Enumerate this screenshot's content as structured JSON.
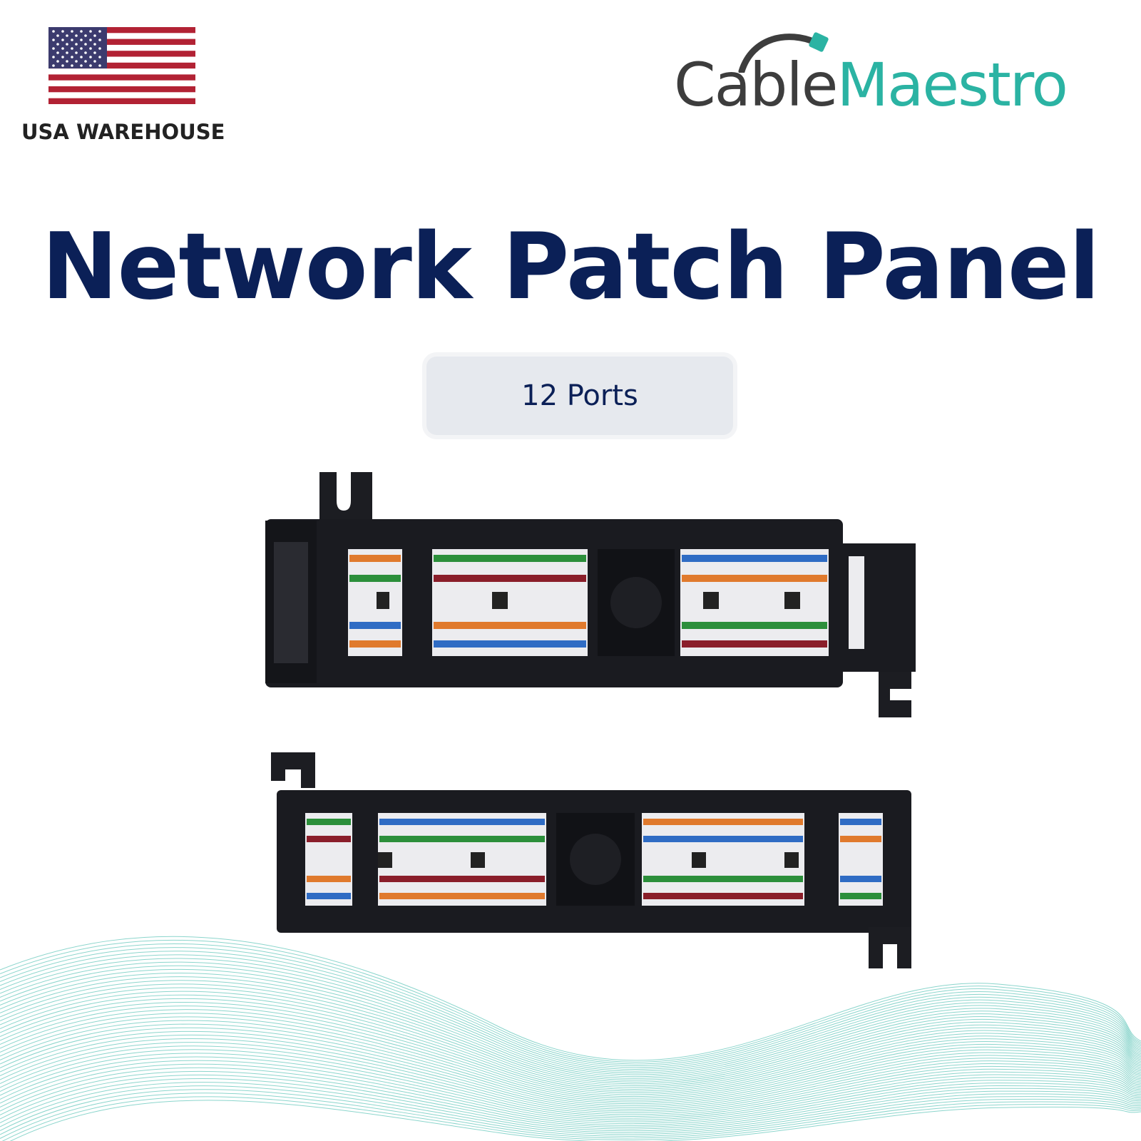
{
  "badge_region": {
    "flag_icon": "us-flag-icon",
    "label": "USA WAREHOUSE"
  },
  "brand": {
    "logo_icon": "cablemaestro-logo-icon",
    "name_part1": "Cable",
    "name_part2": "Maestro",
    "color_dark": "#3d3d3d",
    "color_teal": "#2bb3a3"
  },
  "headline": {
    "title": "Network Patch Panel",
    "color": "#0b2057"
  },
  "spec_badge": {
    "label": "12 Ports"
  },
  "product_images": [
    {
      "name": "patch-panel-top-view"
    },
    {
      "name": "patch-panel-bottom-view"
    }
  ],
  "decoration": {
    "wave_color": "#2bb3a3"
  }
}
